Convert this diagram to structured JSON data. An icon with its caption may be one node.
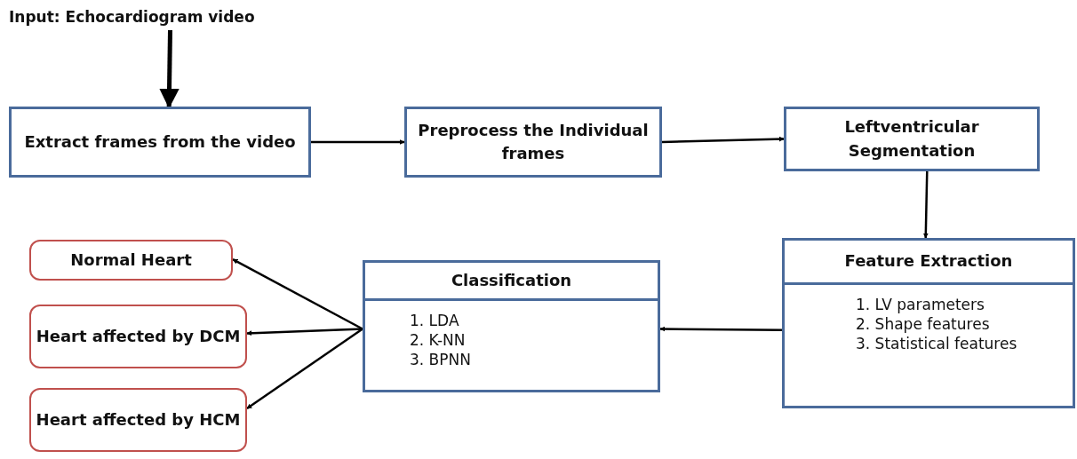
{
  "diagram": {
    "nodes": [
      {
        "text": [
          "Input: Echocardiogram video"
        ]
      },
      {
        "text": [
          "Extract frames from the video"
        ]
      },
      {
        "text": [
          "Preprocess the Individual frames"
        ]
      },
      {
        "text": [
          "Leftventricular Segmentation"
        ]
      },
      {
        "text": [
          "Feature Extraction",
          "1. LV parameters",
          "2. Shape features",
          "3. Statistical features"
        ]
      },
      {
        "text": [
          "Classification",
          "1. LDA",
          "2. K-NN",
          "3. BPNN"
        ]
      },
      {
        "text": [
          "Normal Heart"
        ]
      },
      {
        "text": [
          "Heart affected by DCM"
        ]
      },
      {
        "text": [
          "Heart affected by HCM"
        ]
      }
    ],
    "edges": [
      {
        "from": 0,
        "to": 1,
        "arrow": "to",
        "style": "thick"
      },
      {
        "from": 1,
        "to": 2,
        "arrow": "to"
      },
      {
        "from": 2,
        "to": 3,
        "arrow": "to"
      },
      {
        "from": 3,
        "to": 4,
        "arrow": "to"
      },
      {
        "from": 4,
        "to": 5,
        "arrow": "to"
      },
      {
        "from": 5,
        "to": 6,
        "arrow": "to"
      },
      {
        "from": 5,
        "to": 7,
        "arrow": "to"
      },
      {
        "from": 5,
        "to": 8,
        "arrow": "to"
      }
    ]
  }
}
